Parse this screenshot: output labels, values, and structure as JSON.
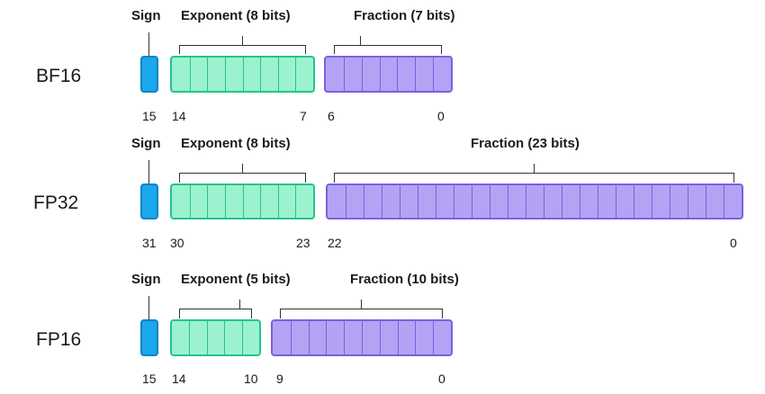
{
  "rows": [
    {
      "label": "BF16",
      "sign_header": "Sign",
      "exponent_header": "Exponent (8 bits)",
      "fraction_header": "Fraction (7 bits)",
      "sign_bit": "15",
      "exponent_high": "14",
      "exponent_low": "7",
      "fraction_high": "6",
      "fraction_low": "0",
      "exponent_bits": 8,
      "fraction_bits": 7
    },
    {
      "label": "FP32",
      "sign_header": "Sign",
      "exponent_header": "Exponent (8 bits)",
      "fraction_header": "Fraction (23 bits)",
      "sign_bit": "31",
      "exponent_high": "30",
      "exponent_low": "23",
      "fraction_high": "22",
      "fraction_low": "0",
      "exponent_bits": 8,
      "fraction_bits": 23
    },
    {
      "label": "FP16",
      "sign_header": "Sign",
      "exponent_header": "Exponent (5 bits)",
      "fraction_header": "Fraction (10 bits)",
      "sign_bit": "15",
      "exponent_high": "14",
      "exponent_low": "10",
      "fraction_high": "9",
      "fraction_low": "0",
      "exponent_bits": 5,
      "fraction_bits": 10
    }
  ],
  "colors": {
    "sign_fill": "#1aa7ec",
    "exponent_fill": "#9cf2cf",
    "fraction_fill": "#b4a3f5"
  }
}
